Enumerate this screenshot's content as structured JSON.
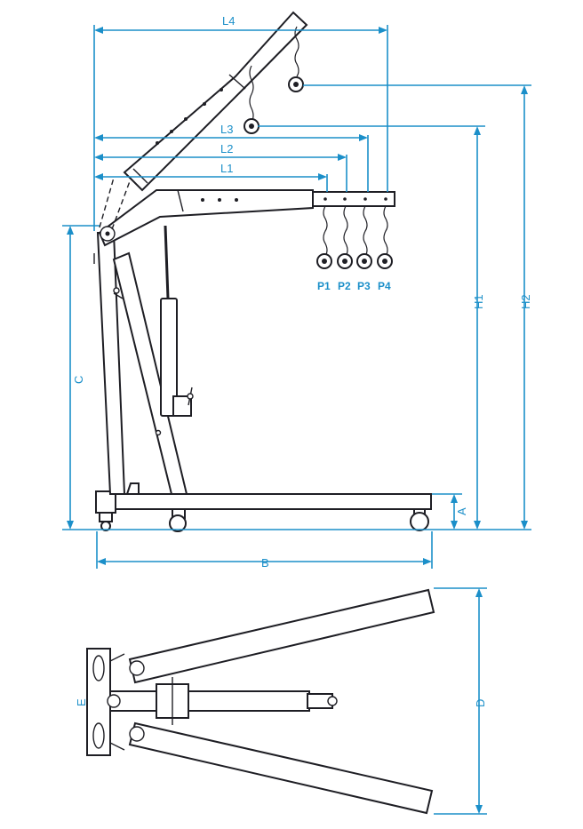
{
  "labels": {
    "L4": "L4",
    "L3": "L3",
    "L2": "L2",
    "L1": "L1",
    "P1": "P1",
    "P2": "P2",
    "P3": "P3",
    "P4": "P4",
    "H1": "H1",
    "H2": "H2",
    "C": "C",
    "A": "A",
    "B": "B",
    "D": "D",
    "E": "E"
  },
  "colors": {
    "dimension": "#1b8fc9",
    "drawing": "#1e1e24"
  }
}
